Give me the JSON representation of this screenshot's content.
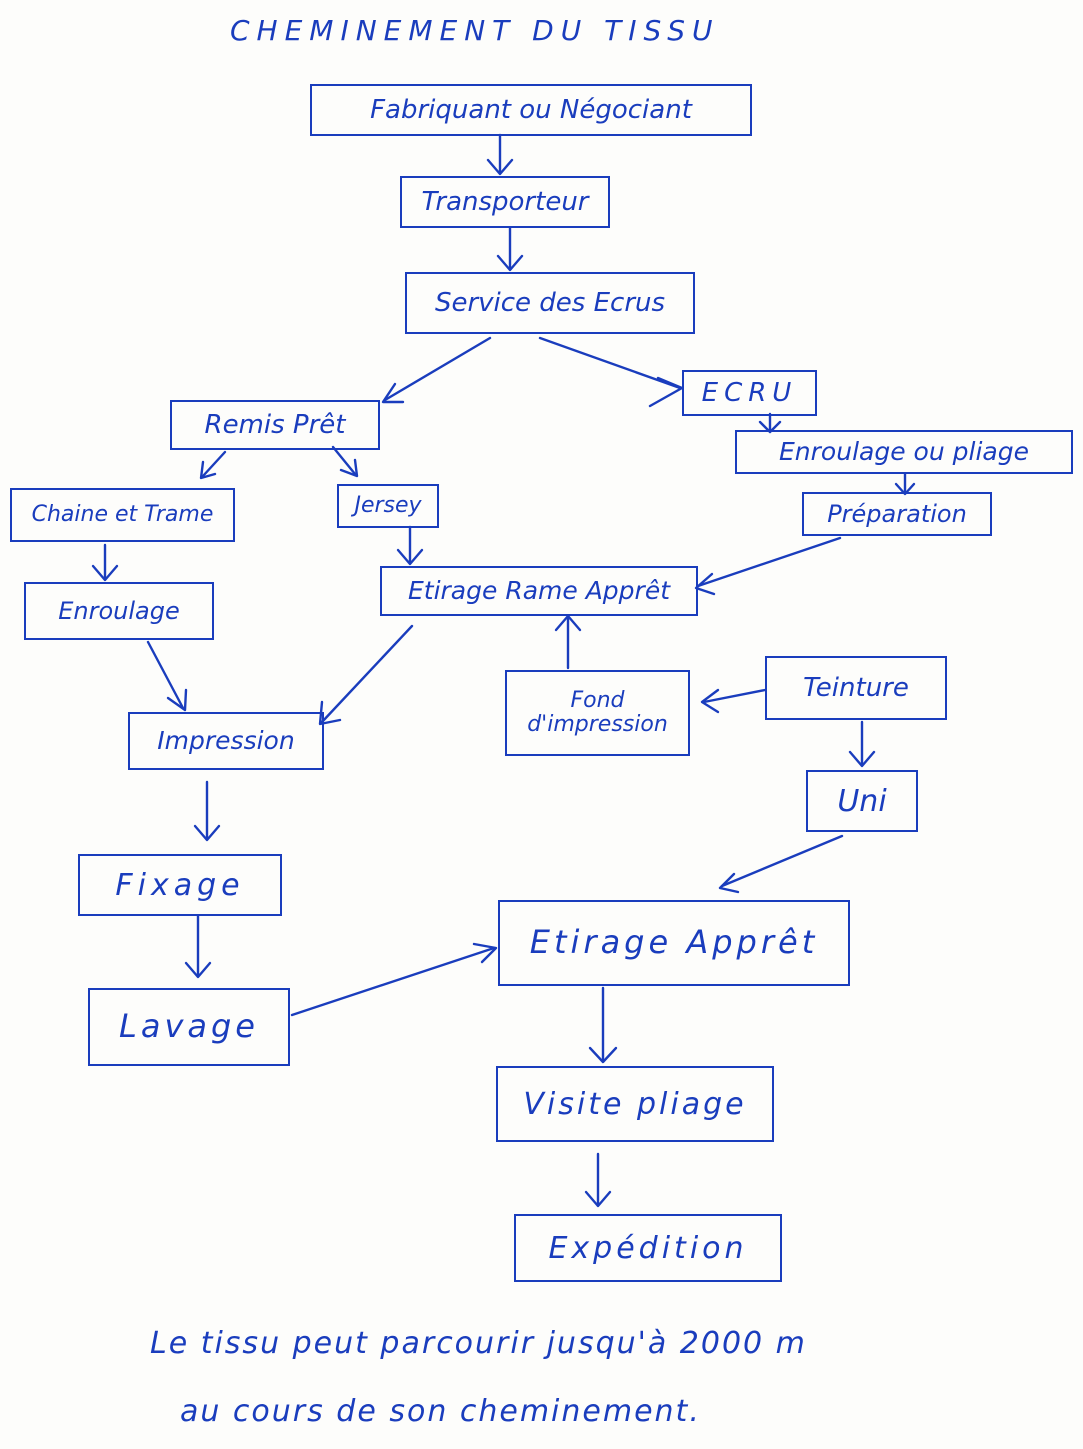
{
  "title": "CHEMINEMENT DU TISSU",
  "nodes": {
    "fabriquant": "Fabriquant ou Négociant",
    "transporteur": "Transporteur",
    "service_ecrus": "Service des Ecrus",
    "remis_pret": "Remis Prêt",
    "ecru": "ECRU",
    "enroulage_pliage": "Enroulage ou pliage",
    "preparation": "Préparation",
    "chaine_trame": "Chaine et Trame",
    "jersey": "Jersey",
    "etirage_rame_appret": "Etirage Rame Apprêt",
    "enroulage": "Enroulage",
    "impression": "Impression",
    "fond_impression_1": "Fond",
    "fond_impression_2": "d'impression",
    "teinture": "Teinture",
    "uni": "Uni",
    "fixage": "Fixage",
    "lavage": "Lavage",
    "etirage_appret": "Etirage Apprêt",
    "visite_pliage": "Visite pliage",
    "expedition": "Expédition"
  },
  "note": {
    "line1": "Le tissu peut parcourir jusqu'à 2000 m",
    "line2": "au cours de son cheminement."
  }
}
